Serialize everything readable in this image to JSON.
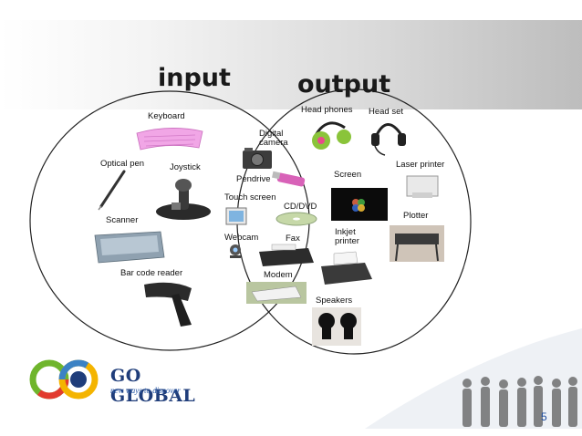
{
  "titles": {
    "input": "input",
    "output": "output"
  },
  "labels": {
    "keyboard": "Keyboard",
    "optical_pen": "Optical pen",
    "joystick": "Joystick",
    "scanner": "Scanner",
    "bar_code_reader": "Bar code reader",
    "digital_camera_line1": "Digital",
    "digital_camera_line2": "camera",
    "pendrive": "Pendrive",
    "touch_screen": "Touch screen",
    "cd_dvd": "CD/DVD",
    "webcam": "Webcam",
    "fax": "Fax",
    "modem": "Modem",
    "head_phones": "Head phones",
    "head_set": "Head set",
    "laser_printer": "Laser printer",
    "screen": "Screen",
    "plotter": "Plotter",
    "inkjet_line1": "Inkjet",
    "inkjet_line2": "printer",
    "speakers": "Speakers"
  },
  "brand": {
    "name": "GO GLOBAL",
    "tagline": "new ways to discover"
  },
  "page_number": "5",
  "colors": {
    "brand_blue": "#1f3d7a",
    "ring_green": "#6fb52c",
    "ring_red": "#e23b2e",
    "ring_yellow": "#f4b400"
  },
  "icons": [
    "keyboard-icon",
    "optical-pen-icon",
    "joystick-icon",
    "scanner-icon",
    "barcode-reader-icon",
    "digital-camera-icon",
    "pendrive-icon",
    "touch-screen-icon",
    "cd-dvd-icon",
    "webcam-icon",
    "fax-icon",
    "modem-icon",
    "headphones-icon",
    "headset-icon",
    "laser-printer-icon",
    "screen-icon",
    "plotter-icon",
    "inkjet-printer-icon",
    "speakers-icon"
  ]
}
